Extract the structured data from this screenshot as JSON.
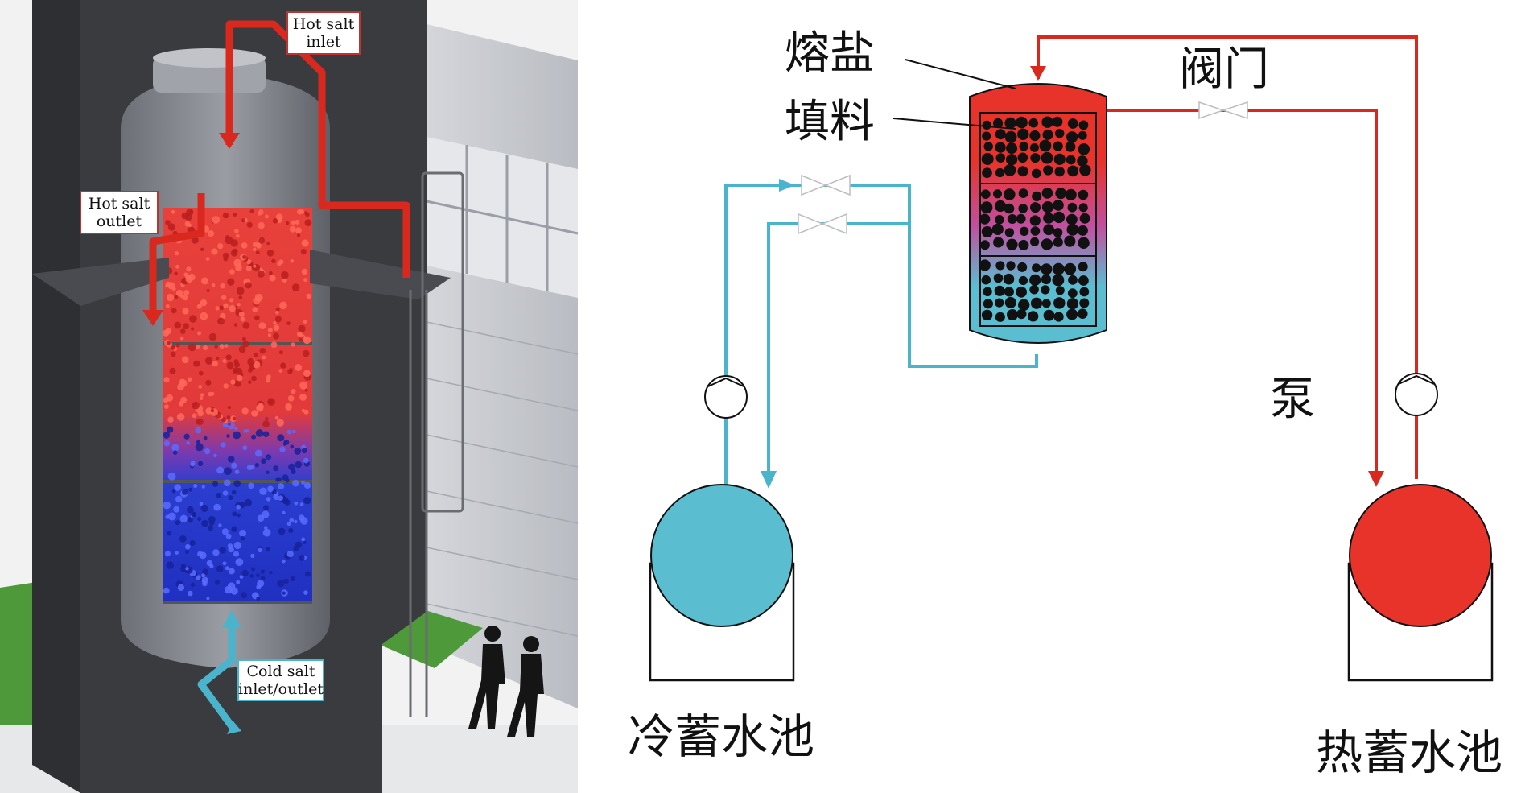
{
  "left_panel": {
    "callouts": {
      "hot_salt_inlet": [
        "Hot salt",
        "inlet"
      ],
      "hot_salt_outlet": [
        "Hot salt",
        "outlet"
      ],
      "cold_salt": [
        "Cold salt",
        "inlet/outlet"
      ]
    }
  },
  "right_panel": {
    "labels": {
      "molten_salt": "熔盐",
      "packing": "填料",
      "valve": "阀门",
      "pump": "泵",
      "cold_tank": "冷蓄水池",
      "hot_tank": "热蓄水池"
    }
  },
  "colors": {
    "hot": "#d9281e",
    "cold": "#4ab4cd",
    "tank_cold_fill": "#5bbdd0",
    "tank_hot_fill": "#e8332a",
    "line": "#111111"
  },
  "icons": [
    "pump-icon",
    "valve-icon",
    "tank-icon",
    "packing-ball-icon",
    "flow-arrow-icon",
    "worker-silhouette-icon"
  ]
}
